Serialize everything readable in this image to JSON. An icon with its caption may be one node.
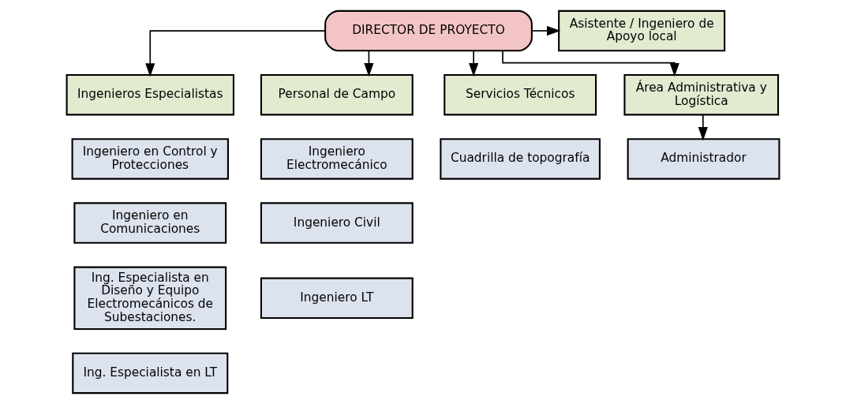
{
  "diagram": {
    "nodes": [
      {
        "text": [
          "DIRECTOR DE PROYECTO"
        ]
      },
      {
        "text": [
          "Asistente / Ingeniero de Apoyo local"
        ]
      },
      {
        "text": [
          "Ingenieros Especialistas"
        ]
      },
      {
        "text": [
          "Personal de Campo"
        ]
      },
      {
        "text": [
          "Servicios Técnicos"
        ]
      },
      {
        "text": [
          "Área Administrativa y Logística"
        ]
      },
      {
        "text": [
          "Ingeniero en Control y Protecciones"
        ]
      },
      {
        "text": [
          "Ingeniero en Comunicaciones"
        ]
      },
      {
        "text": [
          "Ing. Especialista en Diseño y Equipo Electromecánicos de Subestaciones."
        ]
      },
      {
        "text": [
          "Ing. Especialista en LT"
        ]
      },
      {
        "text": [
          "Ingeniero Electromecánico"
        ]
      },
      {
        "text": [
          "Ingeniero Civil"
        ]
      },
      {
        "text": [
          "Ingeniero LT"
        ]
      },
      {
        "text": [
          "Cuadrilla de topografía"
        ]
      },
      {
        "text": [
          "Administrador"
        ]
      }
    ],
    "edges": [
      {
        "from": 0,
        "to": 1,
        "arrow": "to"
      },
      {
        "from": 0,
        "to": 2,
        "arrow": "to"
      },
      {
        "from": 0,
        "to": 3,
        "arrow": "to"
      },
      {
        "from": 0,
        "to": 4,
        "arrow": "to"
      },
      {
        "from": 0,
        "to": 5,
        "arrow": "to"
      },
      {
        "from": 5,
        "to": 14,
        "arrow": "to"
      }
    ]
  }
}
